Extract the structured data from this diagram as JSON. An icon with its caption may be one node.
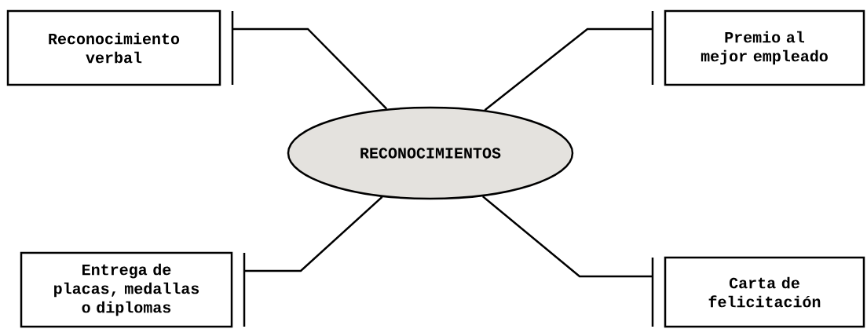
{
  "diagram": {
    "nodes": [
      {
        "text": [
          "RECONOCIMIENTOS"
        ]
      },
      {
        "text": [
          "Reconocimiento verbal"
        ]
      },
      {
        "text": [
          "Premio al mejor empleado"
        ]
      },
      {
        "text": [
          "Entrega de placas, medallas o diplomas"
        ]
      },
      {
        "text": [
          "Carta de felicitación"
        ]
      }
    ],
    "edges": [
      {
        "from": 0,
        "to": 1,
        "arrow": "none"
      },
      {
        "from": 0,
        "to": 2,
        "arrow": "none"
      },
      {
        "from": 0,
        "to": 3,
        "arrow": "none"
      },
      {
        "from": 0,
        "to": 4,
        "arrow": "none"
      }
    ]
  }
}
